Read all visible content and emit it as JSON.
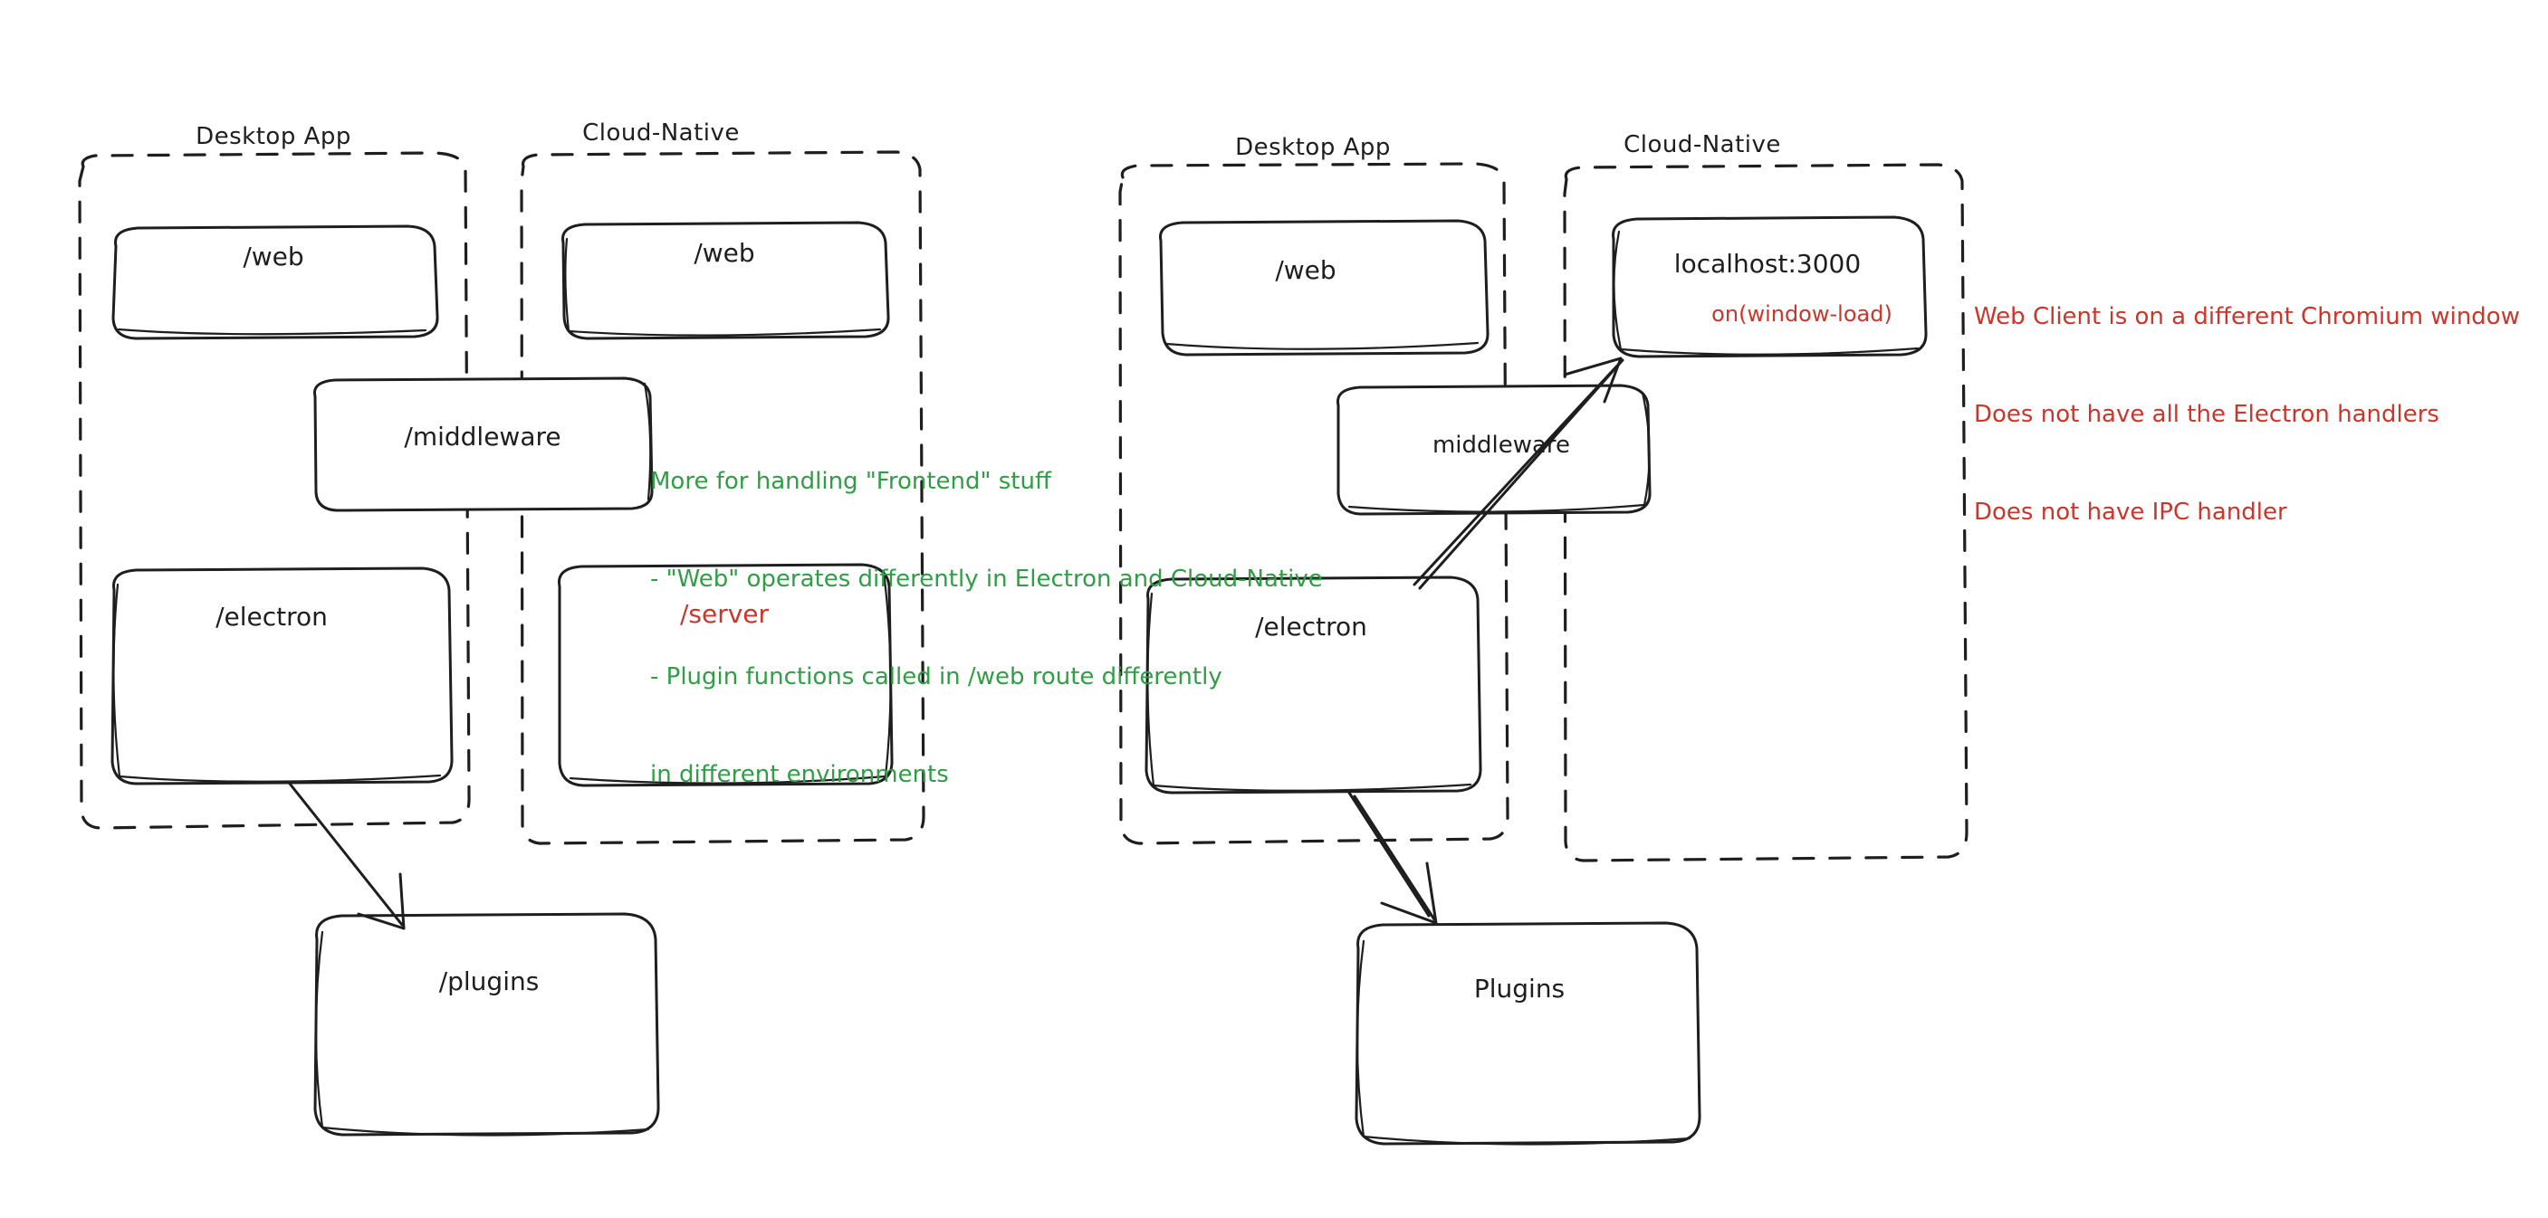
{
  "diagram": {
    "title_hidden": true,
    "style": "hand-drawn architecture diagram",
    "colors": {
      "stroke": "#1e1e1e",
      "green": "#2f9e44",
      "red": "#c9362c",
      "background": "#ffffff"
    },
    "left_diagram": {
      "groups": [
        {
          "id": "left-desktop",
          "label": "Desktop App"
        },
        {
          "id": "left-cloud",
          "label": "Cloud-Native"
        }
      ],
      "nodes": [
        {
          "id": "left-desktop-web",
          "label": "/web",
          "color": "black"
        },
        {
          "id": "left-cloud-web",
          "label": "/web",
          "color": "black"
        },
        {
          "id": "left-middleware",
          "label": "/middleware",
          "color": "black"
        },
        {
          "id": "left-electron",
          "label": "/electron",
          "color": "black"
        },
        {
          "id": "left-server",
          "label": "/server",
          "color": "red"
        },
        {
          "id": "left-plugins",
          "label": "/plugins",
          "color": "black"
        }
      ],
      "edges": [
        {
          "from": "left-electron",
          "to": "left-plugins"
        }
      ],
      "annotation": {
        "color": "green",
        "lines": [
          "More for handling \"Frontend\" stuff",
          "- \"Web\" operates differently in Electron and Cloud-Native",
          "- Plugin functions called in /web route differently",
          "in different environments"
        ]
      }
    },
    "right_diagram": {
      "groups": [
        {
          "id": "right-desktop",
          "label": "Desktop App"
        },
        {
          "id": "right-cloud",
          "label": "Cloud-Native"
        }
      ],
      "nodes": [
        {
          "id": "right-desktop-web",
          "label": "/web",
          "color": "black"
        },
        {
          "id": "right-localhost",
          "label": "localhost:3000",
          "sublabel": "on(window-load)",
          "color": "black",
          "sublabel_color": "red"
        },
        {
          "id": "right-middleware",
          "label": "middleware",
          "color": "black"
        },
        {
          "id": "right-electron",
          "label": "/electron",
          "color": "black"
        },
        {
          "id": "right-plugins",
          "label": "Plugins",
          "color": "black"
        }
      ],
      "edges": [
        {
          "from": "right-electron",
          "to": "right-plugins"
        },
        {
          "from": "right-electron",
          "to": "right-localhost"
        }
      ],
      "annotation": {
        "color": "red",
        "lines": [
          "Web Client is on a different Chromium window",
          "Does not have all the Electron handlers",
          "Does not have IPC handler"
        ]
      }
    }
  }
}
